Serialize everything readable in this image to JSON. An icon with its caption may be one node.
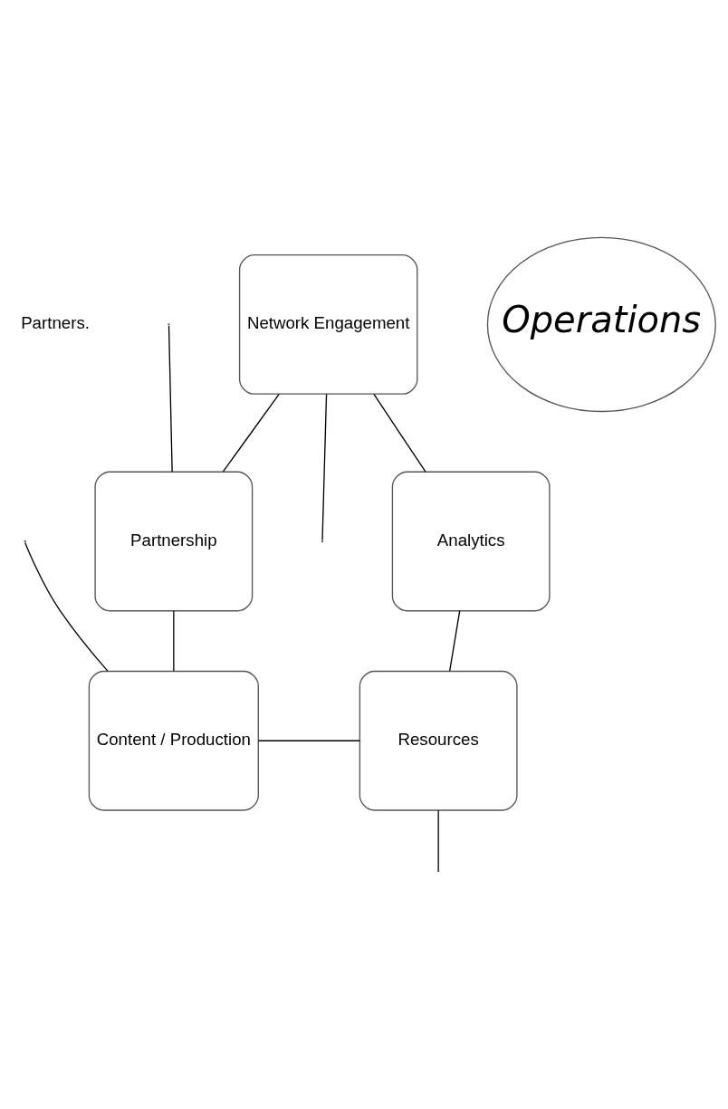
{
  "diagram": {
    "nodes": [
      {
        "text": [
          "Network Engagement"
        ]
      },
      {
        "text": [
          "Partnership"
        ]
      },
      {
        "text": [
          "Analytics"
        ]
      },
      {
        "text": [
          "Operations"
        ]
      },
      {
        "text": [
          "Content / Production"
        ]
      },
      {
        "text": [
          "Resources"
        ]
      }
    ],
    "edges": [
      {
        "from": 0,
        "to": null,
        "arrow": "none"
      },
      {
        "from": 0,
        "to": 2,
        "arrow": "none"
      },
      {
        "from": 1,
        "to": 0,
        "arrow": "none"
      },
      {
        "from": null,
        "to": 1,
        "arrow": "none"
      },
      {
        "from": 2,
        "to": 5,
        "arrow": "none"
      },
      {
        "from": 1,
        "to": 4,
        "arrow": "none"
      },
      {
        "from": null,
        "to": 4,
        "arrow": "none"
      },
      {
        "from": 5,
        "to": null,
        "arrow": "none"
      },
      {
        "from": 4,
        "to": 5,
        "arrow": "none"
      }
    ],
    "labels": [
      "Partners."
    ]
  }
}
